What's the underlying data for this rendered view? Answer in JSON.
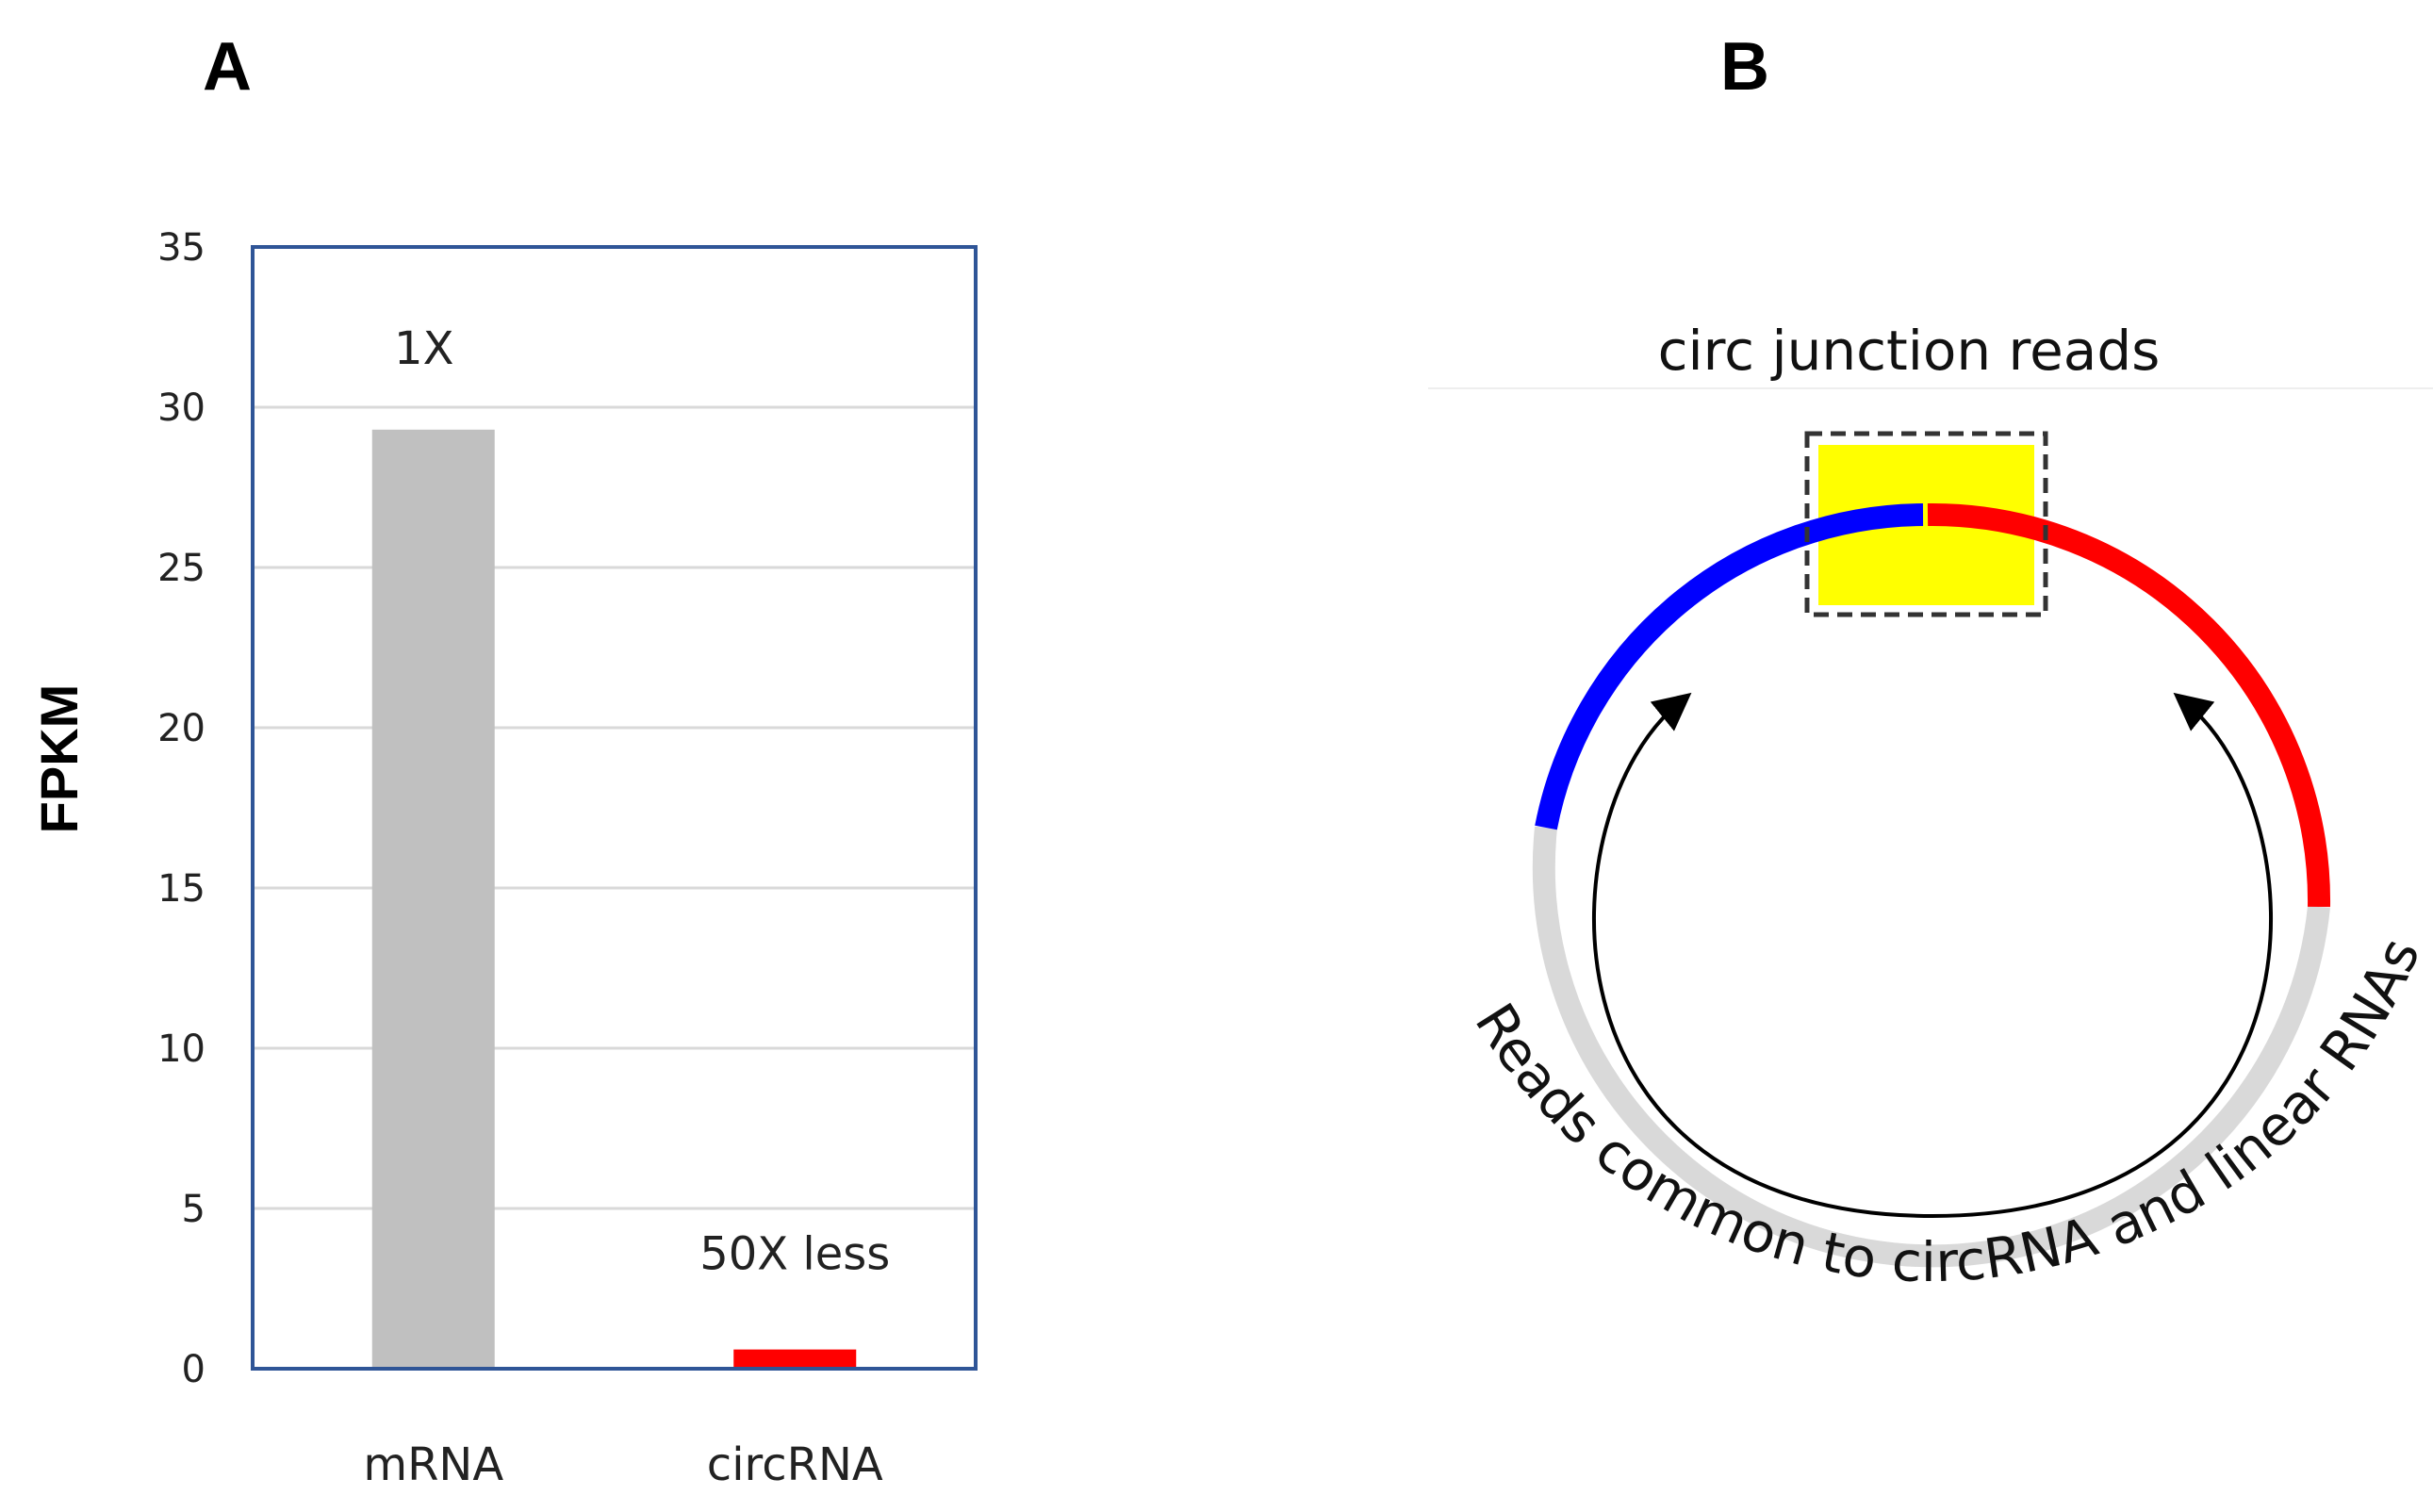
{
  "panels": {
    "a": "A",
    "b": "B"
  },
  "chart_data": {
    "type": "bar",
    "categories": [
      "mRNA",
      "circRNA"
    ],
    "values": [
      29.3,
      0.6
    ],
    "bar_colors": [
      "#c0c0c0",
      "#ff0000"
    ],
    "annotations": [
      "1X",
      "50X less"
    ],
    "ylabel": "FPKM",
    "ylim": [
      0,
      35
    ],
    "yticks": [
      0,
      5,
      10,
      15,
      20,
      25,
      30,
      35
    ],
    "grid": true,
    "frame_color": "#2f5597"
  },
  "diagram": {
    "junction_label": "circ junction reads",
    "common_label": "Reads common to circRNA and linear RNAs",
    "colors": {
      "left_segment": "#0000ff",
      "right_segment": "#ff0000",
      "common": "#d9d9d9",
      "junction": "#ffff00"
    }
  }
}
